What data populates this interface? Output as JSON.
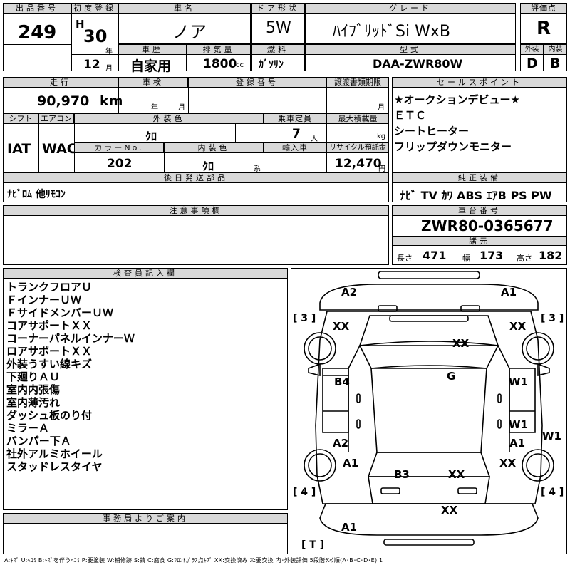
{
  "header": {
    "lot_no_label": "出品番号",
    "lot_no": "249",
    "first_reg_label": "初度登録",
    "era": "H",
    "year": "30",
    "year_unit": "年",
    "month": "12",
    "month_unit": "月",
    "car_name_label": "車名",
    "car_name": "ノア",
    "door_label": "ドア形状",
    "door": "5W",
    "grade_label": "グレード",
    "grade": "ﾊｲﾌﾞﾘｯﾄﾞSi WxB",
    "score_label": "評価点",
    "score": "R",
    "history_label": "車歴",
    "history": "自家用",
    "displacement_label": "排気量",
    "displacement": "1800",
    "displacement_unit": "cc",
    "fuel_label": "燃料",
    "fuel": "ｶﾞｿﾘﾝ",
    "model_label": "型式",
    "model": "DAA-ZWR80W",
    "exterior_label": "外装",
    "exterior_grade": "D",
    "interior_label": "内装",
    "interior_grade": "B"
  },
  "info": {
    "mileage_label": "走行",
    "mileage": "90,970",
    "mileage_unit": "km",
    "inspection_label": "車検",
    "insp_year_unit": "年",
    "insp_month_unit": "月",
    "reg_no_label": "登録番号",
    "transfer_label": "譲渡書類期限",
    "transfer_month_unit": "月",
    "shift_label": "シフト",
    "shift": "IAT",
    "ac_label": "エアコン",
    "ac": "WAC",
    "ext_color_label": "外装色",
    "ext_color": "ｸﾛ",
    "capacity_label": "乗車定員",
    "capacity": "7",
    "capacity_unit": "人",
    "max_load_label": "最大積載量",
    "max_load_unit": "kg",
    "color_no_label": "カラーNo.",
    "color_no": "202",
    "int_color_label": "内装色",
    "int_color": "ｸﾛ",
    "int_color_unit": "系",
    "import_label": "輸入車",
    "recycle_label": "リサイクル預託金",
    "recycle": "12,470",
    "recycle_unit": "円",
    "later_parts_label": "後日発送部品",
    "later_parts": "ﾅﾋﾞﾛﾑ 他ﾘﾓｺﾝ",
    "notes_label": "注意事項欄"
  },
  "sales": {
    "label": "セールスポイント",
    "items": [
      "★オークションデビュー★",
      "ＥＴＣ",
      "シートヒーター",
      "フリップダウンモニター"
    ]
  },
  "equipment": {
    "label": "純正装備",
    "value": "ﾅﾋﾞ TV ｶﾜ ABS ｴｱB PS PW"
  },
  "chassis": {
    "label": "車台番号",
    "value": "ZWR80-0365677"
  },
  "specs": {
    "label": "諸元",
    "length_label": "長さ",
    "length": "471",
    "width_label": "幅",
    "width": "173",
    "height_label": "高さ",
    "height": "182"
  },
  "inspector": {
    "label": "検査員記入欄",
    "lines": [
      "トランクフロアＵ",
      "ＦインナーＵＷ",
      "ＦサイドメンバーＵＷ",
      "コアサポートＸＸ",
      "コーナーパネルインナーＷ",
      "ロアサポートＸＸ",
      "外装うすい線キズ",
      "下廻りＡＵ",
      "室内内張傷",
      "室内薄汚れ",
      "ダッシュ板のり付",
      "ミラーＡ",
      "バンパー下Ａ",
      "社外アルミホイール",
      "スタッドレスタイヤ"
    ]
  },
  "office": {
    "label": "事務局よりご案内"
  },
  "diagram": {
    "tires": {
      "front_left": "3",
      "front_right": "3",
      "rear_left": "4",
      "rear_right": "4",
      "spare": "T"
    },
    "marks": {
      "front_bumper_left": "A2",
      "front_bumper_right": "A1",
      "front_fender_left": "XX",
      "front_fender_right": "XX",
      "hood": "XX",
      "roof": "G",
      "front_door_left": "B4",
      "front_door_right": "W1",
      "rear_door_right": "W1",
      "rear_door_left": "A2",
      "rear_fender_left": "A1",
      "rear_fender_right": "A1",
      "rear_fender_right_xx": "XX",
      "side_right": "W1",
      "back_door": "B3",
      "back_door_xx": "XX",
      "rear_bumper": "XX",
      "rear_bumper_a1": "A1"
    }
  },
  "legend": "A:ｷｽﾞ U:ﾍｺﾐ B:ｷｽﾞを伴うﾍｺﾐ P:要塗装 W:補修跡 S:錆 C:腐食 G:ﾌﾛﾝﾄｶﾞﾗｽ点ｷｽﾞ XX:交換済み X:要交換 内･外装評価 5段階ﾗﾝｸ順(A･B･C･D･E) 1"
}
